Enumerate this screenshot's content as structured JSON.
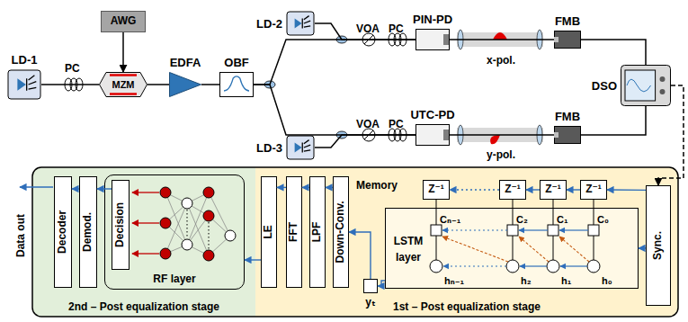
{
  "diagram": {
    "nodes": [
      {
        "text": [
          "LD-1"
        ]
      },
      {
        "text": [
          "AWG"
        ]
      },
      {
        "text": [
          "MZM"
        ]
      },
      {
        "text": [
          "EDFA"
        ]
      },
      {
        "text": [
          "OBF"
        ]
      },
      {
        "text": [
          "LD-2"
        ]
      },
      {
        "text": [
          "LD-3"
        ]
      },
      {
        "text": [
          "PIN-PD"
        ]
      },
      {
        "text": [
          "UTC-PD"
        ]
      },
      {
        "text": [
          "FMB"
        ]
      },
      {
        "text": [
          "FMB"
        ]
      },
      {
        "text": [
          "DSO"
        ]
      },
      {
        "text": [
          "2nd – Post equalization stage"
        ]
      },
      {
        "text": [
          "Decoder"
        ],
        "in": 12
      },
      {
        "text": [
          "Demod."
        ],
        "in": 12
      },
      {
        "text": [
          "RF layer"
        ],
        "in": 12
      },
      {
        "text": [
          "Decision"
        ],
        "in": 15
      },
      {
        "text": [
          "1st – Post equalization stage"
        ]
      },
      {
        "text": [
          "LE"
        ],
        "in": 17
      },
      {
        "text": [
          "FFT"
        ],
        "in": 17
      },
      {
        "text": [
          "LPF"
        ],
        "in": 17
      },
      {
        "text": [
          "Down-Conv."
        ],
        "in": 17
      },
      {
        "text": [
          "Z⁻¹"
        ],
        "in": 17
      },
      {
        "text": [
          "Z⁻¹"
        ],
        "in": 17
      },
      {
        "text": [
          "Z⁻¹"
        ],
        "in": 17
      },
      {
        "text": [
          "Z⁻¹"
        ],
        "in": 17
      },
      {
        "text": [
          "LSTM layer"
        ],
        "in": 17
      },
      {
        "text": [
          "yₜ"
        ],
        "in": 17
      },
      {
        "text": [
          "Sync."
        ],
        "in": 17
      }
    ],
    "edges": [
      {
        "from": 0,
        "to": 2,
        "arrow": "none"
      },
      {
        "from": 1,
        "to": 2,
        "arrow": "to"
      },
      {
        "from": 2,
        "to": 3,
        "arrow": "none"
      },
      {
        "from": 3,
        "to": 4,
        "arrow": "none"
      },
      {
        "from": 4,
        "to": 7,
        "arrow": "none"
      },
      {
        "from": 4,
        "to": 8,
        "arrow": "none"
      },
      {
        "from": 5,
        "to": 7,
        "arrow": "none"
      },
      {
        "from": 6,
        "to": 8,
        "arrow": "none"
      },
      {
        "from": 7,
        "to": 9,
        "arrow": "none"
      },
      {
        "from": 8,
        "to": 10,
        "arrow": "none"
      },
      {
        "from": 9,
        "to": 11,
        "arrow": "none"
      },
      {
        "from": 10,
        "to": 11,
        "arrow": "none"
      },
      {
        "from": 11,
        "to": 28,
        "arrow": "to"
      },
      {
        "from": 28,
        "to": 25,
        "arrow": "to"
      },
      {
        "from": 28,
        "to": 26,
        "arrow": "to"
      },
      {
        "from": 25,
        "to": 24,
        "arrow": "to"
      },
      {
        "from": 24,
        "to": 23,
        "arrow": "to"
      },
      {
        "from": 23,
        "to": 22,
        "arrow": "to"
      },
      {
        "from": 26,
        "to": 27,
        "arrow": "to"
      },
      {
        "from": 27,
        "to": 21,
        "arrow": "to"
      },
      {
        "from": 21,
        "to": 20,
        "arrow": "to"
      },
      {
        "from": 20,
        "to": 19,
        "arrow": "to"
      },
      {
        "from": 19,
        "to": 18,
        "arrow": "to"
      },
      {
        "from": 18,
        "to": 15,
        "arrow": "to"
      },
      {
        "from": 16,
        "to": 14,
        "arrow": "to"
      },
      {
        "from": 14,
        "to": 13,
        "arrow": "to"
      }
    ],
    "labels": [
      "PC",
      "VOA",
      "PC",
      "x-pol.",
      "VOA",
      "PC",
      "y-pol.",
      "Memory",
      "Cₙ₋₁",
      "C₂",
      "C₁",
      "C₀",
      "hₙ₋₁",
      "h₂",
      "h₁",
      "h₀",
      "Data out"
    ]
  }
}
